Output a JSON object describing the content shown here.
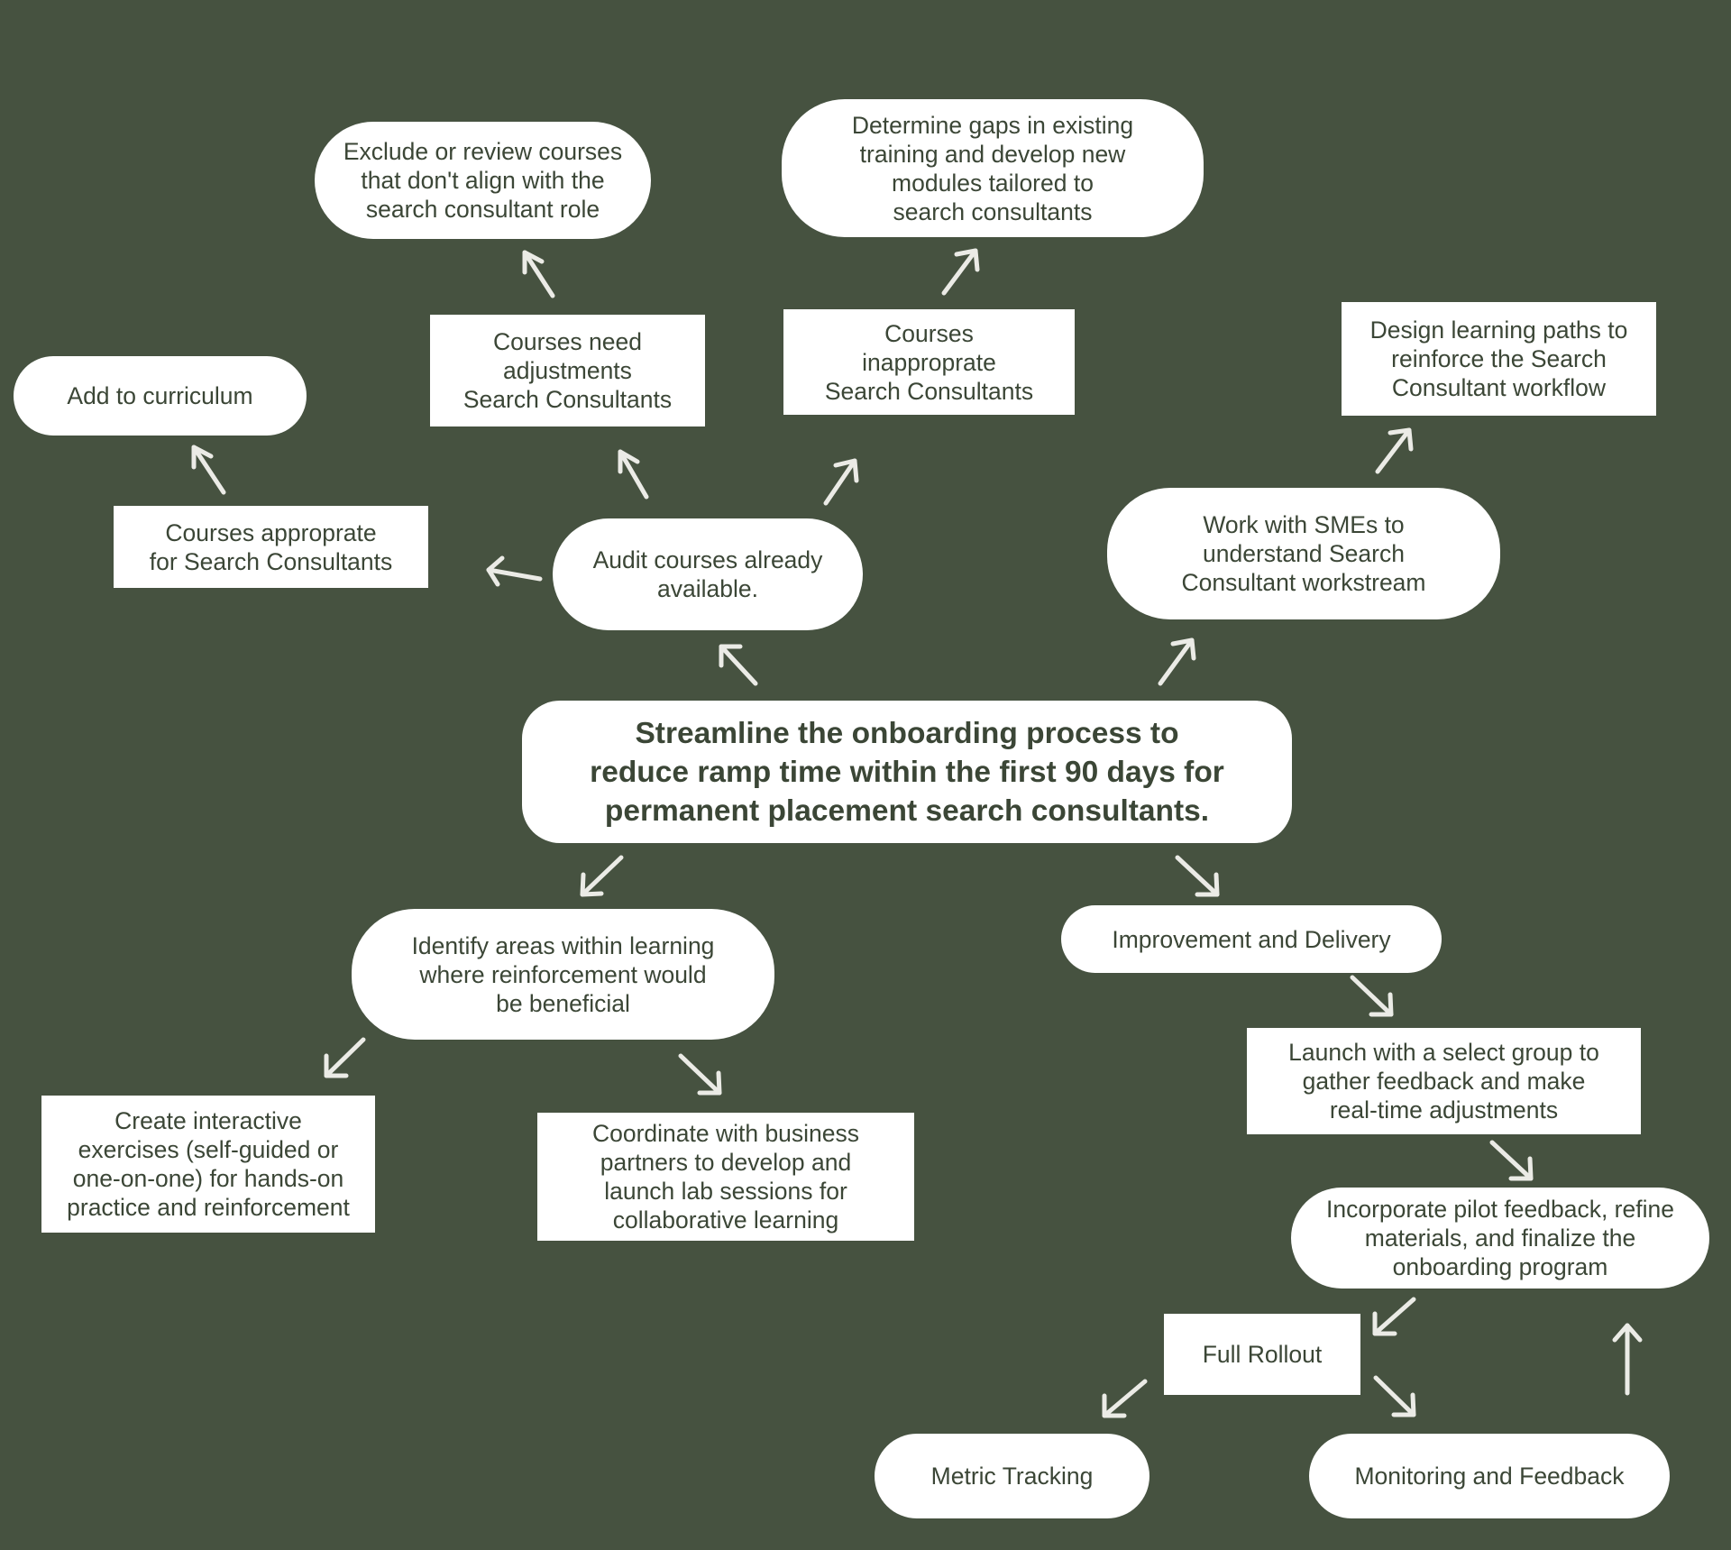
{
  "colors": {
    "background": "#465240",
    "node_fill": "#ffffff",
    "node_text": "#3b4636",
    "arrow": "#ebebe6"
  },
  "central": {
    "text": "Streamline the onboarding process to\nreduce ramp time within the first 90 days for\npermanent placement search consultants."
  },
  "audit": {
    "text": "Audit courses already\navailable."
  },
  "appropriate": {
    "text": "Courses approprate\nfor Search Consultants"
  },
  "add_curriculum": {
    "text": "Add to curriculum"
  },
  "need_adjustments": {
    "text": "Courses need\nadjustments\nSearch Consultants"
  },
  "exclude_review": {
    "text": "Exclude or review courses\nthat don't align with the\nsearch consultant role"
  },
  "inappropriate": {
    "text": "Courses\ninapproprate\nSearch Consultants"
  },
  "determine_gaps": {
    "text": "Determine gaps in existing\ntraining and develop new\nmodules tailored to\nsearch consultants"
  },
  "work_smes": {
    "text": "Work with SMEs to\nunderstand Search\nConsultant workstream"
  },
  "design_paths": {
    "text": "Design learning paths to\nreinforce the Search\nConsultant workflow"
  },
  "identify_areas": {
    "text": "Identify areas within learning\nwhere reinforcement would\nbe beneficial"
  },
  "interactive": {
    "text": "Create interactive\nexercises (self-guided or\none-on-one) for hands-on\npractice and reinforcement"
  },
  "coordinate": {
    "text": "Coordinate with business\npartners to develop and\nlaunch lab sessions for\ncollaborative learning"
  },
  "improvement": {
    "text": "Improvement and Delivery"
  },
  "launch": {
    "text": "Launch with a select group to\ngather feedback and make\nreal-time adjustments"
  },
  "incorporate": {
    "text": "Incorporate pilot feedback, refine\nmaterials, and finalize the\nonboarding program"
  },
  "full_rollout": {
    "text": "Full Rollout"
  },
  "metric": {
    "text": "Metric Tracking"
  },
  "monitoring": {
    "text": "Monitoring and Feedback"
  }
}
